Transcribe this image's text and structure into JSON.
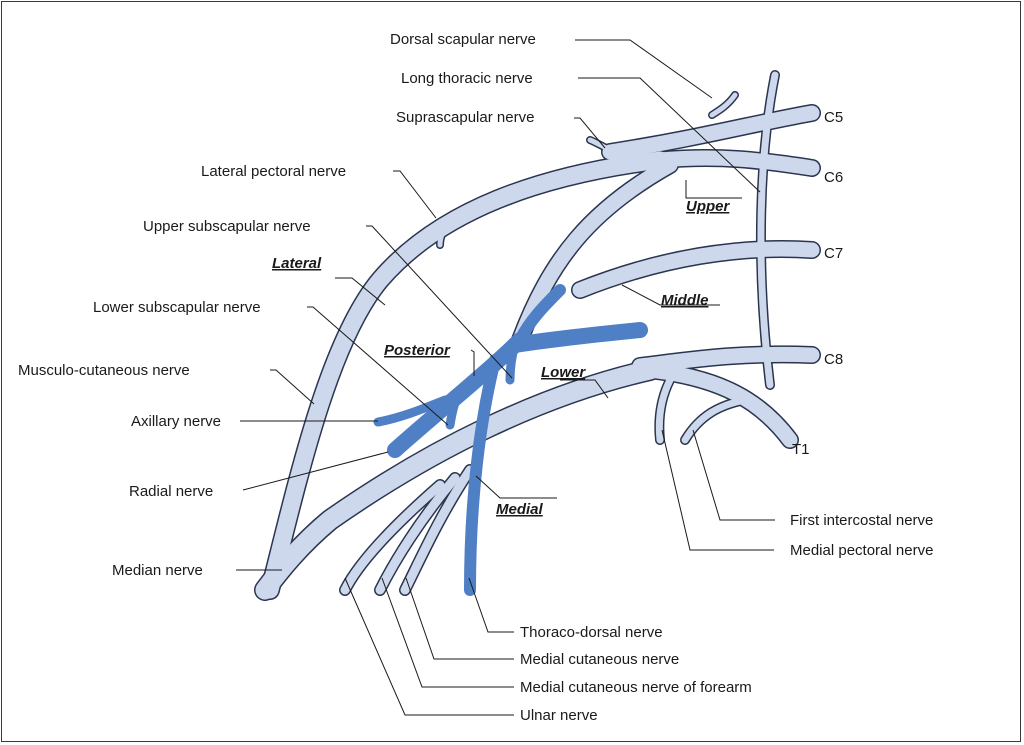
{
  "colors": {
    "nerve_light": "#cdd8ec",
    "nerve_outline": "#2a3550",
    "posterior_cord": "#4f7fc4",
    "text": "#1a1a1a"
  },
  "roots": {
    "c5": "C5",
    "c6": "C6",
    "c7": "C7",
    "c8": "C8",
    "t1": "T1"
  },
  "trunks": {
    "upper": "Upper",
    "middle": "Middle",
    "lower": "Lower"
  },
  "cords": {
    "lateral": "Lateral",
    "posterior": "Posterior",
    "medial": "Medial"
  },
  "nerves": {
    "dorsal_scapular": "Dorsal scapular nerve",
    "long_thoracic": "Long thoracic nerve",
    "suprascapular": "Suprascapular nerve",
    "lateral_pectoral": "Lateral pectoral nerve",
    "upper_subscapular": "Upper subscapular nerve",
    "lower_subscapular": "Lower subscapular nerve",
    "musculo_cutaneous": "Musculo-cutaneous nerve",
    "axillary": "Axillary nerve",
    "radial": "Radial nerve",
    "median": "Median nerve",
    "first_intercostal": "First intercostal nerve",
    "medial_pectoral": "Medial pectoral nerve",
    "thoraco_dorsal": "Thoraco-dorsal nerve",
    "medial_cutaneous": "Medial cutaneous nerve",
    "medial_cutaneous_forearm": "Medial cutaneous nerve of forearm",
    "ulnar": "Ulnar nerve"
  }
}
